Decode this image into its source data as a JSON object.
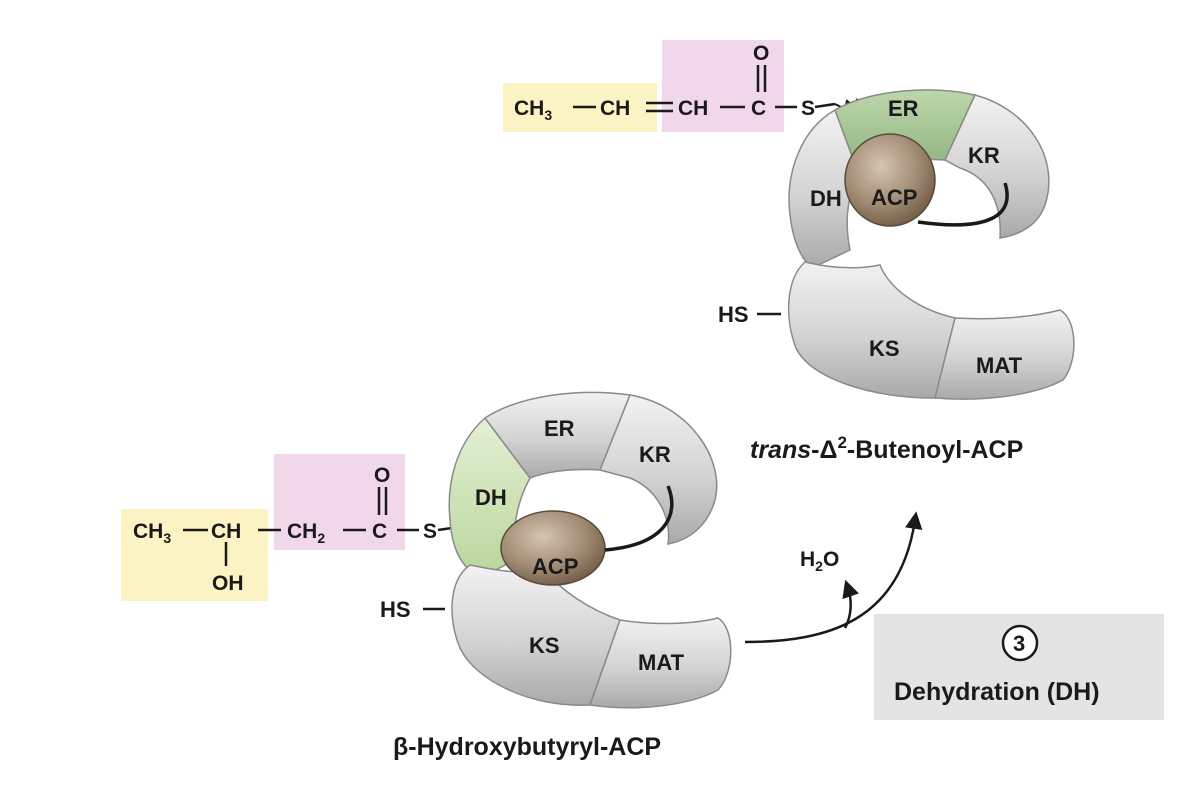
{
  "colors": {
    "acyl_yellow": "#fbf3c3",
    "acyl_pink": "#f0d8ea",
    "domain_gray": "#d6d6d6",
    "dh_green_highlight": "#cfe3b5",
    "er_green_highlight": "#a9c79a",
    "acp_brown": "#a08a72",
    "step_box": "#e4e4e4"
  },
  "bottom_complex": {
    "domains": {
      "er": "ER",
      "kr": "KR",
      "dh": "DH",
      "acp": "ACP",
      "ks": "KS",
      "mat": "MAT"
    },
    "hs": "HS",
    "substrate": {
      "ch3": "CH",
      "ch3_sub": "3",
      "ch": "CH",
      "oh": "OH",
      "ch2": "CH",
      "ch2_sub": "2",
      "c": "C",
      "o": "O",
      "s": "S"
    },
    "caption": "β-Hydroxybutyryl-ACP"
  },
  "top_complex": {
    "domains": {
      "er": "ER",
      "kr": "KR",
      "dh": "DH",
      "acp": "ACP",
      "ks": "KS",
      "mat": "MAT"
    },
    "hs": "HS",
    "substrate": {
      "ch3": "CH",
      "ch3_sub": "3",
      "ch_a": "CH",
      "ch_b": "CH",
      "c": "C",
      "o": "O",
      "s": "S"
    },
    "caption_italic": "trans",
    "caption_dash": "-Δ",
    "caption_sup": "2",
    "caption_rest": "-Butenoyl-ACP"
  },
  "reaction": {
    "byproduct": "H",
    "byproduct_sub": "2",
    "byproduct_tail": "O",
    "step_number": "3",
    "step_label": "Dehydration (DH)"
  }
}
